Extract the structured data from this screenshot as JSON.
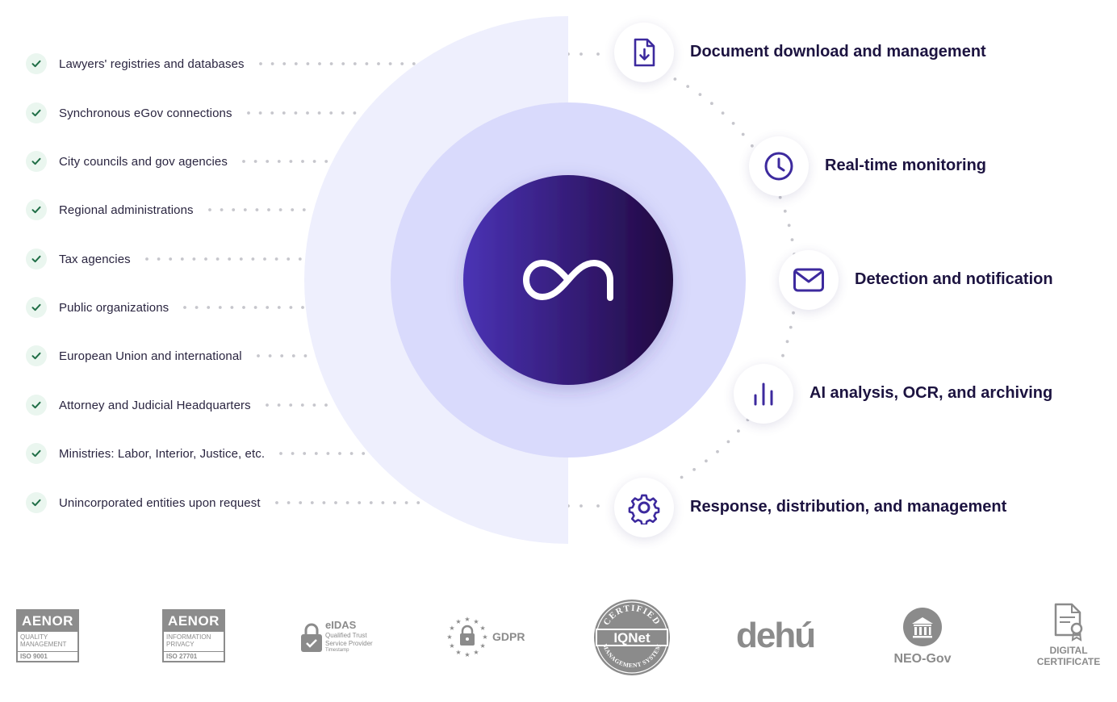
{
  "hub": {
    "logo_icon": "infinity-icon",
    "colors": {
      "outer_half": "#eeeffd",
      "middle": "#d9dafc",
      "core_start": "#4630b0",
      "core_end": "#230a4a"
    }
  },
  "sources": [
    "Lawyers' registries and databases",
    "Synchronous eGov connections",
    "City councils and gov agencies",
    "Regional administrations",
    "Tax agencies",
    "Public organizations",
    "European Union and international",
    "Attorney and Judicial Headquarters",
    "Ministries: Labor, Interior, Justice, etc.",
    "Unincorporated entities upon request"
  ],
  "features": [
    {
      "label": "Document download and management",
      "icon": "document-download-icon"
    },
    {
      "label": "Real-time monitoring",
      "icon": "clock-icon"
    },
    {
      "label": "Detection and notification",
      "icon": "envelope-icon"
    },
    {
      "label": "AI analysis, OCR, and archiving",
      "icon": "bar-chart-icon"
    },
    {
      "label": "Response, distribution, and management",
      "icon": "gear-icon"
    }
  ],
  "certifications": {
    "aenor1": {
      "brand": "AENOR",
      "line1": "QUALITY",
      "line2": "MANAGEMENT",
      "code": "ISO 9001"
    },
    "aenor2": {
      "brand": "AENOR",
      "line1": "INFORMATION",
      "line2": "PRIVACY",
      "code": "ISO 27701"
    },
    "eidas": {
      "title": "eIDAS",
      "line1": "Qualified Trust",
      "line2": "Service Provider",
      "line3": "Timestamp"
    },
    "gdpr": {
      "label": "GDPR"
    },
    "iqnet": {
      "top": "CERTIFIED",
      "brand": "IQNet",
      "bottom": "MANAGEMENT SYSTEM"
    },
    "dehu": {
      "label": "dehú"
    },
    "neogov": {
      "label": "NEO-Gov"
    },
    "digital_cert": {
      "line1": "DIGITAL",
      "line2": "CERTIFICATE"
    }
  },
  "accent_color": "#3d2a9e",
  "check_color": "#1f6e46"
}
